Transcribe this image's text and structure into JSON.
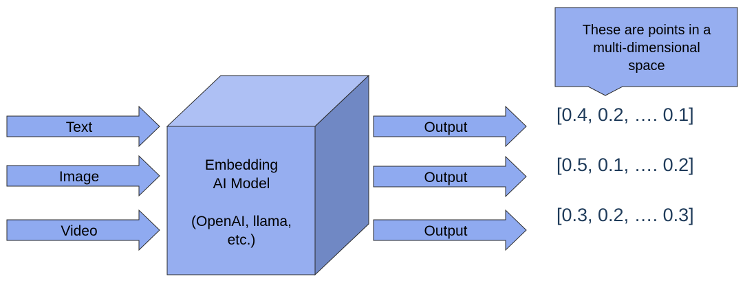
{
  "inputs": [
    {
      "label": "Text"
    },
    {
      "label": "Image"
    },
    {
      "label": "Video"
    }
  ],
  "model": {
    "lines": [
      "Embedding",
      "AI Model",
      "",
      "(OpenAI, llama,",
      "etc.)"
    ]
  },
  "outputs": [
    {
      "label": "Output",
      "vector": "[0.4, 0.2, …. 0.1]"
    },
    {
      "label": "Output",
      "vector": "[0.5, 0.1, …. 0.2]"
    },
    {
      "label": "Output",
      "vector": "[0.3, 0.2, …. 0.3]"
    }
  ],
  "callout": {
    "lines": [
      "These are points in a",
      "multi-dimensional",
      "space"
    ]
  },
  "colors": {
    "arrow_fill": "#8faaf0",
    "cube_front": "#96aef0",
    "cube_top": "#aec0f4",
    "cube_side": "#7088c4",
    "outline": "#2b2b2b",
    "vector_text": "#1f3b5a"
  }
}
